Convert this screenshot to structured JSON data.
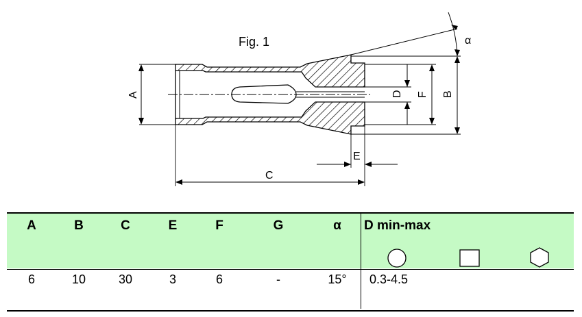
{
  "figure": {
    "title": "Fig. 1",
    "labels": {
      "A": "A",
      "B": "B",
      "C": "C",
      "D": "D",
      "E": "E",
      "F": "F",
      "alpha": "α"
    }
  },
  "table": {
    "headers": [
      "A",
      "B",
      "C",
      "E",
      "F",
      "G",
      "α"
    ],
    "values": [
      "6",
      "10",
      "30",
      "3",
      "6",
      "-",
      "15°"
    ],
    "d_header": "D min-max",
    "d_value": "0.3-4.5",
    "d_shapes": [
      "circle-icon",
      "square-icon",
      "hexagon-icon"
    ],
    "header_color": "#c5fac5"
  }
}
